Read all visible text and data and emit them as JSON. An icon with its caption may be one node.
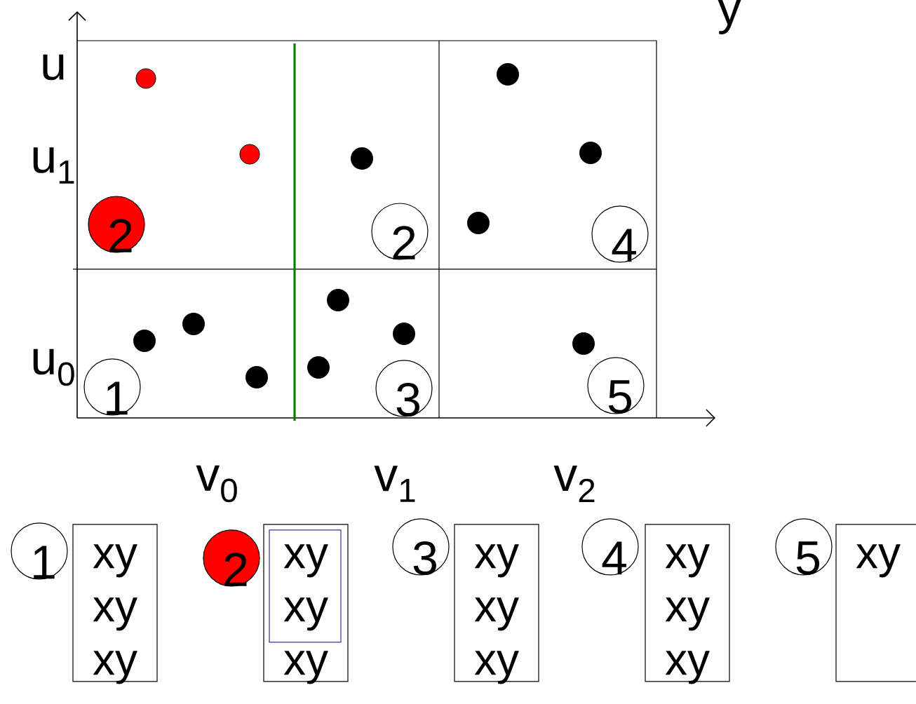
{
  "diagram": {
    "nodes": [
      {
        "text": [
          "2"
        ]
      },
      {
        "text": [
          "2"
        ]
      },
      {
        "text": [
          "4"
        ]
      },
      {
        "text": [
          "1"
        ]
      },
      {
        "text": [
          "3"
        ]
      },
      {
        "text": [
          "5"
        ]
      },
      {
        "text": [
          "1"
        ]
      },
      {
        "text": [
          "xy",
          "xy",
          "xy"
        ]
      },
      {
        "text": [
          "2"
        ]
      },
      {
        "text": [
          "xy"
        ]
      },
      {
        "text": [
          "xy",
          "xy"
        ],
        "in": 9
      },
      {
        "text": [
          "3"
        ]
      },
      {
        "text": [
          "xy",
          "xy",
          "xy"
        ]
      },
      {
        "text": [
          "4"
        ]
      },
      {
        "text": [
          "xy",
          "xy",
          "xy"
        ]
      },
      {
        "text": [
          "5"
        ]
      },
      {
        "text": [
          "xy"
        ]
      }
    ],
    "labels": [
      "y",
      "u",
      "u$_{1}$",
      "u$_{0}$",
      "v$_{0}$",
      "v$_{1}$",
      "v$_{2}$"
    ]
  }
}
